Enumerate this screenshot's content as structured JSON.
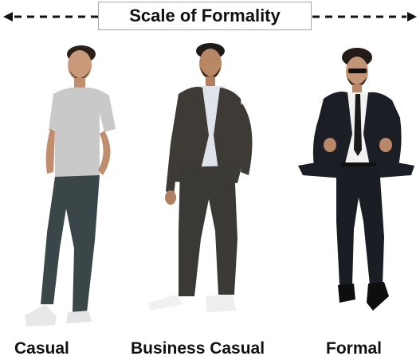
{
  "header": {
    "title": "Scale of Formality"
  },
  "levels": [
    {
      "label": "Casual"
    },
    {
      "label": "Business Casual"
    },
    {
      "label": "Formal"
    }
  ],
  "colors": {
    "text": "#111111",
    "border": "#a6a6a6",
    "arrow": "#111111"
  },
  "icons": {
    "left_arrow": "arrow-left-icon",
    "right_arrow": "arrow-right-icon"
  }
}
